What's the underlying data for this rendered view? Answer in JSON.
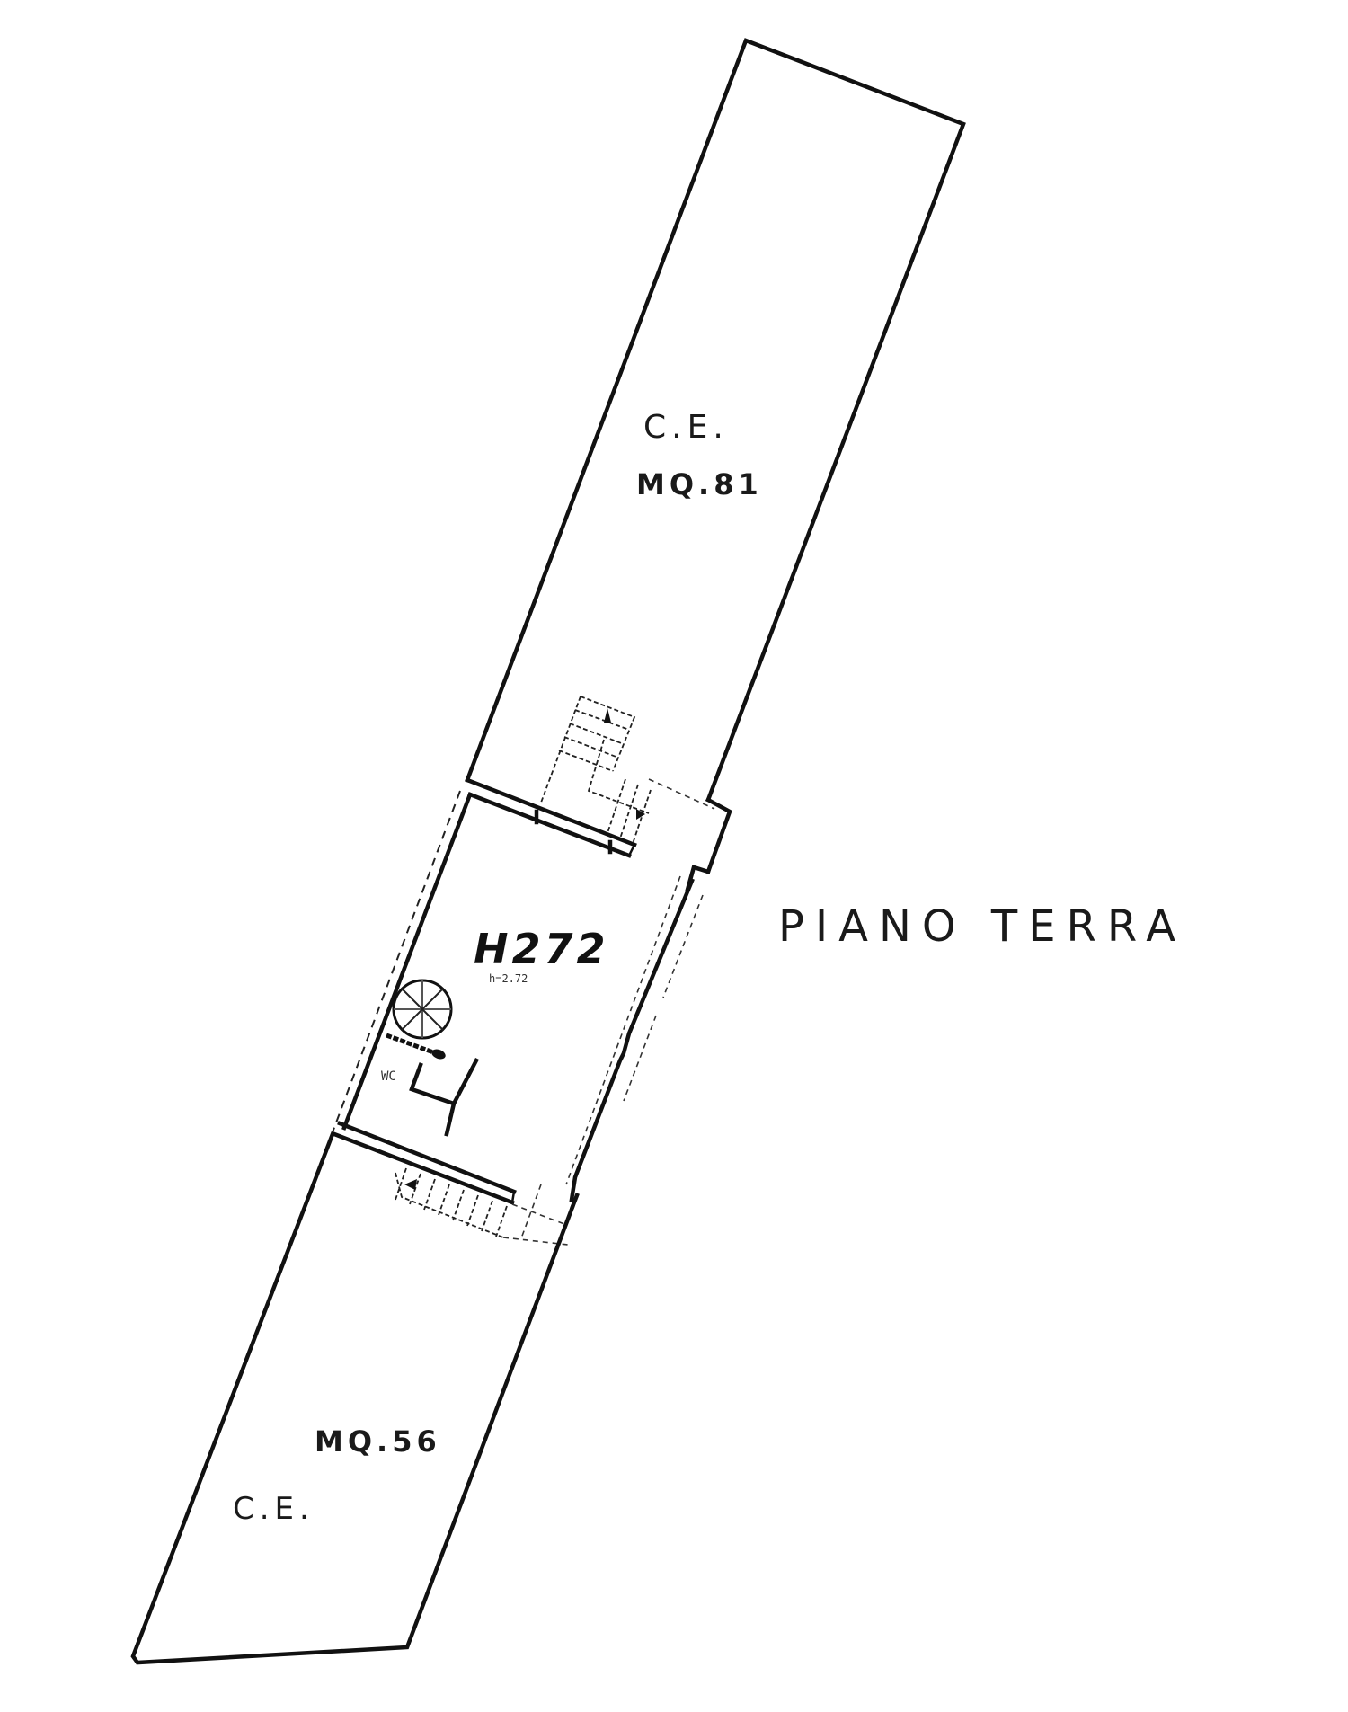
{
  "drawing": {
    "title": "PIANO TERRA",
    "background": "#ffffff",
    "line_color": "#111111"
  },
  "areas": {
    "upper_yard": {
      "label": "C.E.",
      "area": "MQ.81"
    },
    "lower_yard": {
      "label": "C.E.",
      "area": "MQ.56"
    }
  },
  "room": {
    "code": "H272",
    "height_note": "h=2.72",
    "wc_label": "WC"
  },
  "symbols": {
    "spiral_stair": "spiral-staircase",
    "upper_stair": "straight-staircase",
    "lower_stair": "straight-staircase"
  }
}
